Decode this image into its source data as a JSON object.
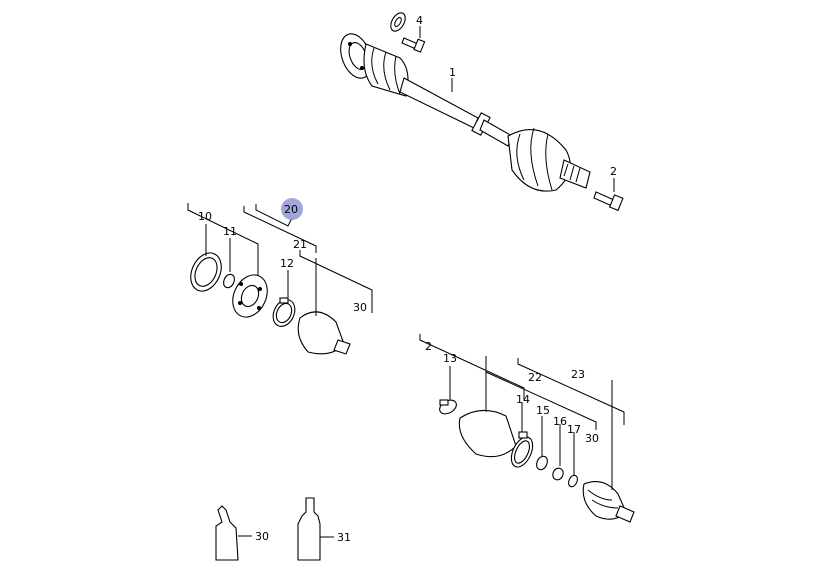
{
  "callouts": {
    "c1": "1",
    "c2a": "2",
    "c4": "4",
    "c10": "10",
    "c11": "11",
    "c12": "12",
    "c20": "20",
    "c21": "21",
    "c30a": "30",
    "c2b": "2",
    "c13": "13",
    "c14": "14",
    "c15": "15",
    "c16": "16",
    "c17": "17",
    "c22": "22",
    "c23": "23",
    "c30b": "30",
    "c30c": "30",
    "c31": "31"
  },
  "colors": {
    "highlight": "#8f97d6",
    "line": "#000000",
    "background": "#ffffff"
  },
  "icons": [
    "drive-shaft",
    "bolt",
    "circlip",
    "boot",
    "joint",
    "clamp",
    "grease-tube",
    "bottle"
  ]
}
